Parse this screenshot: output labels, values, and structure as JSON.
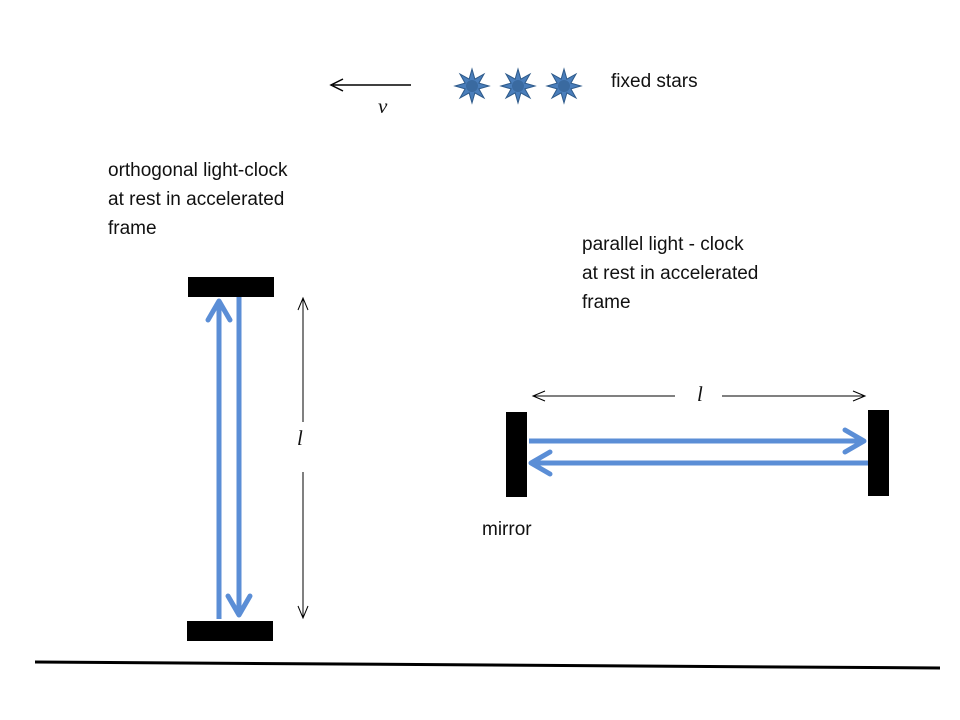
{
  "labels": {
    "fixed_stars": "fixed stars",
    "velocity": "v",
    "orthogonal_clock": "orthogonal light-clock\nat rest in accelerated\nframe",
    "parallel_clock": "parallel  light - clock\nat rest in accelerated\nframe",
    "length_vertical": "l",
    "length_horizontal": "l",
    "mirror": "mirror"
  },
  "icons": {
    "star": "eight-point-star-icon",
    "star_count": 3
  },
  "colors": {
    "beam": "#5b8ed6",
    "star_fill": "#4a7ebb",
    "star_outline": "#2e5a8a",
    "mirror": "#000000",
    "ground": "#000000"
  }
}
